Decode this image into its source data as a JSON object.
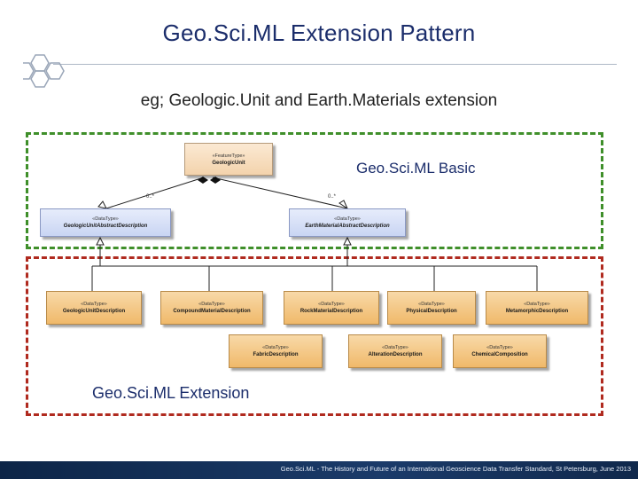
{
  "slide": {
    "title": "Geo.Sci.ML Extension Pattern",
    "subtitle": "eg; Geologic.Unit and Earth.Materials extension",
    "footer": "Geo.Sci.ML - The History and Future of an International Geoscience Data Transfer Standard, St Petersburg, June 2013"
  },
  "regions": {
    "basic_label": "Geo.Sci.ML Basic",
    "extension_label": "Geo.Sci.ML Extension"
  },
  "diagram": {
    "top_class": {
      "stereotype": "«FeatureType»",
      "name": "GeologicUnit"
    },
    "abstract_classes": [
      {
        "stereotype": "«DataType»",
        "name": "GeologicUnitAbstractDescription",
        "multiplicity": "0..*"
      },
      {
        "stereotype": "«DataType»",
        "name": "EarthMaterialAbstractDescription",
        "multiplicity": "0..*"
      }
    ],
    "extension_row1": [
      {
        "stereotype": "«DataType»",
        "name": "GeologicUnitDescription"
      },
      {
        "stereotype": "«DataType»",
        "name": "CompoundMaterialDescription"
      },
      {
        "stereotype": "«DataType»",
        "name": "RockMaterialDescription"
      },
      {
        "stereotype": "«DataType»",
        "name": "PhysicalDescription"
      },
      {
        "stereotype": "«DataType»",
        "name": "MetamorphicDescription"
      }
    ],
    "extension_row2": [
      {
        "stereotype": "«DataType»",
        "name": "FabricDescription"
      },
      {
        "stereotype": "«DataType»",
        "name": "AlterationDescription"
      },
      {
        "stereotype": "«DataType»",
        "name": "ChemicalComposition"
      }
    ],
    "colors": {
      "basic_border": "#3f8f2a",
      "extension_border": "#b02a1f",
      "title": "#1b2d6b"
    }
  }
}
